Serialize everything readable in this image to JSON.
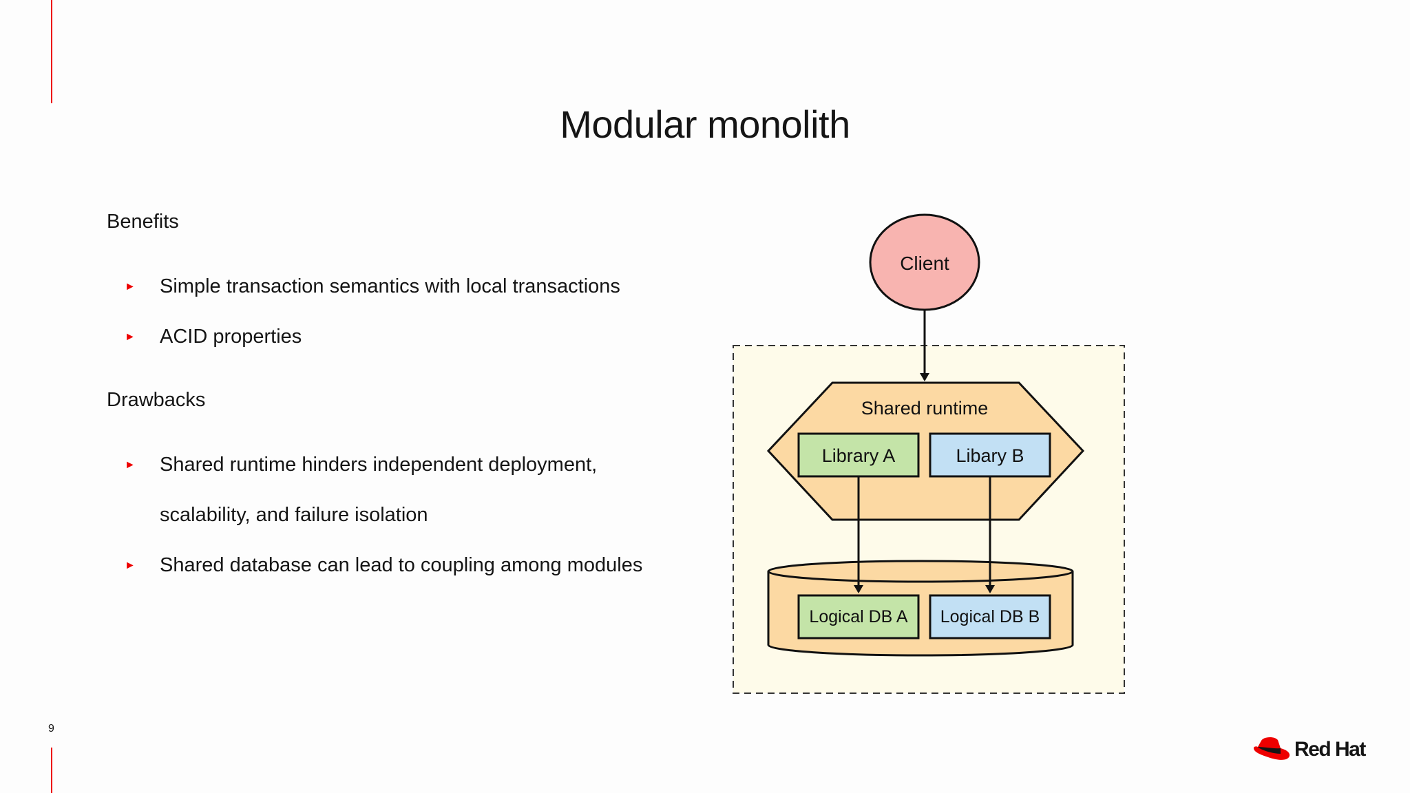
{
  "slide": {
    "title": "Modular monolith",
    "page_number": "9",
    "brand_name": "Red Hat"
  },
  "benefits": {
    "heading": "Benefits",
    "items": [
      "Simple transaction semantics with local transactions",
      "ACID properties"
    ]
  },
  "drawbacks": {
    "heading": "Drawbacks",
    "items": [
      "Shared runtime hinders independent deployment,",
      "scalability, and failure isolation",
      "Shared database can lead to coupling among modules"
    ]
  },
  "diagram": {
    "client_label": "Client",
    "runtime_label": "Shared runtime",
    "library_a_label": "Library A",
    "library_b_label": "Libary B",
    "db_a_label": "Logical DB A",
    "db_b_label": "Logical DB B"
  },
  "colors": {
    "accent_red": "#ee0000",
    "client_fill": "#f8b4b0",
    "runtime_fill": "#fcd9a3",
    "library_a_fill": "#c4e4a8",
    "library_b_fill": "#c2e0f4",
    "container_fill": "#fefbea"
  },
  "icons": {
    "bullet": "triangle-right-icon",
    "brand_logo": "red-hat-logo"
  }
}
